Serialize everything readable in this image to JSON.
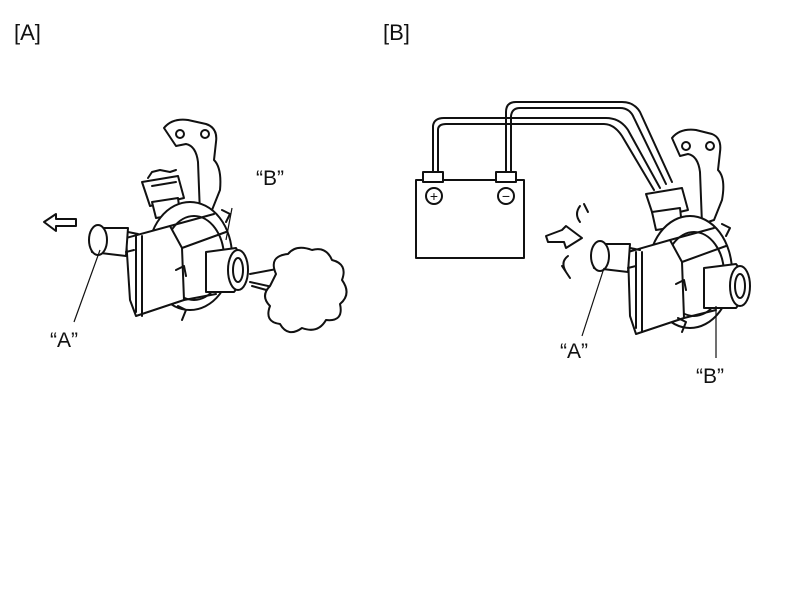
{
  "panels": [
    {
      "label": "[A]",
      "callouts": {
        "port_a": "“A”",
        "port_b": "“B”"
      }
    },
    {
      "label": "[B]",
      "callouts": {
        "port_a": "“A”",
        "port_b": "“B”"
      },
      "battery": {
        "positive": "+",
        "negative": "−"
      }
    }
  ],
  "colors": {
    "ink": "#111111",
    "paper": "#ffffff"
  },
  "icons": [
    "flow-arrow-icon",
    "air-puff-icon",
    "battery-icon",
    "valve-icon"
  ]
}
